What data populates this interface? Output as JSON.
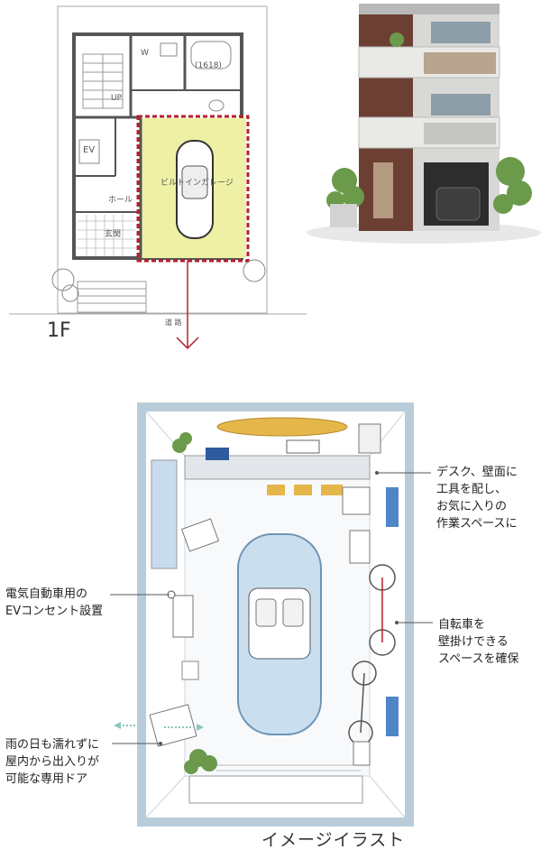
{
  "floor_plan": {
    "floor_label": "1F",
    "rooms": {
      "w": "W",
      "up": "UP",
      "size": "(1618)",
      "ev": "EV",
      "hall": "ホール",
      "entrance": "玄関",
      "garage": "ビルトインガレージ",
      "road": "道 路"
    }
  },
  "illustration": {
    "caption": "イメージイラスト",
    "callouts": {
      "desk": [
        "デスク、壁面に",
        "工具を配し、",
        "お気に入りの",
        "作業スペースに"
      ],
      "ev_outlet": [
        "電気自動車用の",
        "EVコンセント設置"
      ],
      "bicycle": [
        "自転車を",
        "壁掛けできる",
        "スペースを確保"
      ],
      "door": [
        "雨の日も濡れずに",
        "屋内から出入りが",
        "可能な専用ドア"
      ]
    }
  },
  "colors": {
    "garage_highlight": "#eef0a5",
    "dashed_border": "#b5202b",
    "car_body": "#c9dff0",
    "arrow": "#b5202b",
    "door_arrow": "#8ac6bd"
  }
}
